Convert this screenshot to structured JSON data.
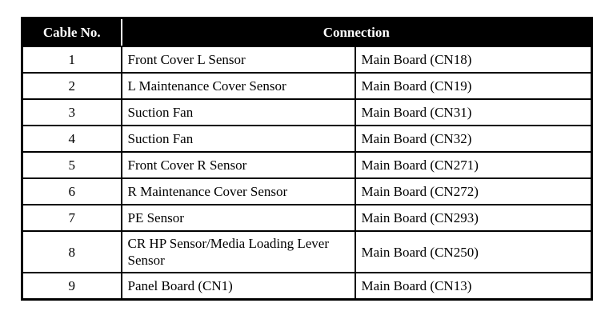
{
  "table": {
    "headers": {
      "cable_no": "Cable No.",
      "connection": "Connection"
    },
    "colors": {
      "header_bg": "#000000",
      "header_text": "#ffffff",
      "border": "#000000",
      "row_bg": "#ffffff",
      "body_text": "#000000"
    },
    "rows": [
      {
        "no": "1",
        "from": "Front Cover L Sensor",
        "to": "Main Board (CN18)"
      },
      {
        "no": "2",
        "from": "L Maintenance Cover Sensor",
        "to": "Main Board (CN19)"
      },
      {
        "no": "3",
        "from": "Suction Fan",
        "to": "Main Board (CN31)"
      },
      {
        "no": "4",
        "from": "Suction Fan",
        "to": "Main Board (CN32)"
      },
      {
        "no": "5",
        "from": "Front Cover R Sensor",
        "to": "Main Board (CN271)"
      },
      {
        "no": "6",
        "from": "R Maintenance Cover Sensor",
        "to": "Main Board (CN272)"
      },
      {
        "no": "7",
        "from": "PE Sensor",
        "to": "Main Board (CN293)"
      },
      {
        "no": "8",
        "from": "CR HP Sensor/Media Loading Lever Sensor",
        "to": "Main Board (CN250)"
      },
      {
        "no": "9",
        "from": "Panel Board (CN1)",
        "to": "Main Board (CN13)"
      }
    ]
  }
}
